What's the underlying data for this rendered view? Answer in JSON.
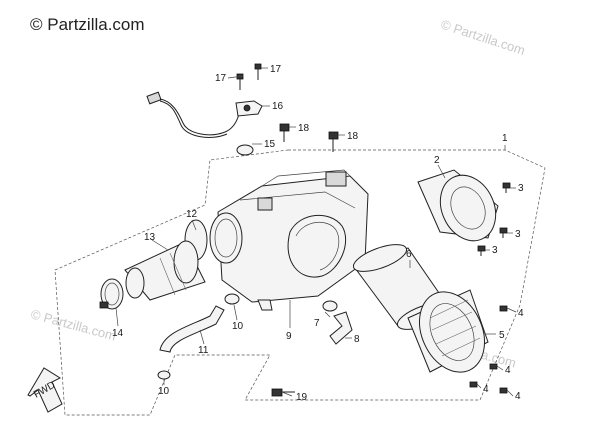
{
  "watermark": {
    "main_text": "© Partzilla.com",
    "faint_text": "© Partzilla.com"
  },
  "callouts": [
    "1",
    "2",
    "3",
    "3",
    "3",
    "4",
    "4",
    "4",
    "4",
    "5",
    "6",
    "7",
    "8",
    "9",
    "10",
    "10",
    "11",
    "12",
    "13",
    "14",
    "15",
    "16",
    "17",
    "17",
    "18",
    "18",
    "19"
  ],
  "direction_label": "FWD"
}
